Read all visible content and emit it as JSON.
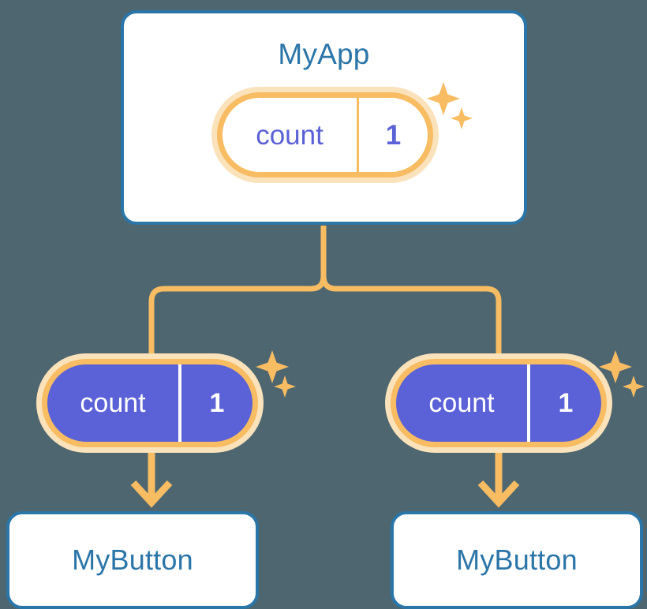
{
  "diagram": {
    "title_text": "MyApp",
    "background_color": "#4d6670",
    "accent_orange": "#f8bc63",
    "accent_orange_soft": "#fae2bb",
    "accent_blue": "#2b76a8",
    "accent_purple": "#5b61d6"
  },
  "root": {
    "component_name": "MyApp",
    "state": {
      "key": "count",
      "value": "1"
    },
    "sparkle_label": "state-updated-sparkle"
  },
  "children": [
    {
      "state": {
        "key": "count",
        "value": "1"
      },
      "component_name": "MyButton",
      "sparkle_label": "state-updated-sparkle"
    },
    {
      "state": {
        "key": "count",
        "value": "1"
      },
      "component_name": "MyButton",
      "sparkle_label": "state-updated-sparkle"
    }
  ]
}
